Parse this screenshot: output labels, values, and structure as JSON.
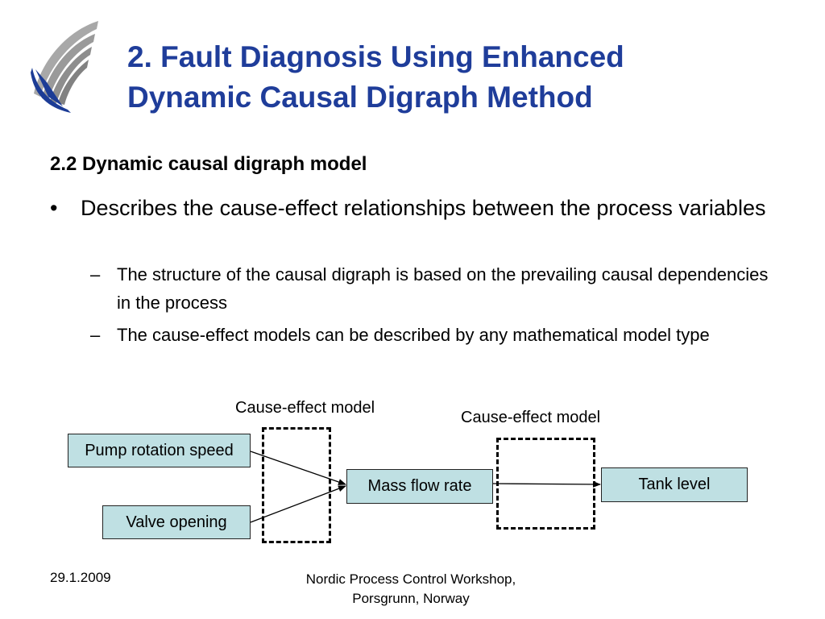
{
  "slide": {
    "title_line1": "2. Fault Diagnosis Using Enhanced",
    "title_line2": "Dynamic Causal Digraph Method",
    "subheading": "2.2 Dynamic causal digraph model",
    "bullet_mark": "•",
    "bullet_text": "Describes the cause-effect relationships between the process variables",
    "sub_mark": "–",
    "sub_items": [
      "The structure of the causal digraph is based on the prevailing causal dependencies in the process",
      "The cause-effect models can be described by any mathematical model type"
    ]
  },
  "diagram": {
    "caption_left": "Cause-effect model",
    "caption_right": "Cause-effect model",
    "node_pump": "Pump rotation speed",
    "node_valve": "Valve opening",
    "node_mass": "Mass flow rate",
    "node_tank": "Tank level"
  },
  "footer": {
    "date": "29.1.2009",
    "event_line1": "Nordic Process Control Workshop,",
    "event_line2": "Porsgrunn, Norway"
  },
  "colors": {
    "title": "#1f3d9a",
    "node_fill": "#bfe0e3",
    "logo_gray": "#9a9a9a",
    "logo_blue": "#1c3c96"
  },
  "icons": {
    "logo": "university-logo-icon"
  }
}
